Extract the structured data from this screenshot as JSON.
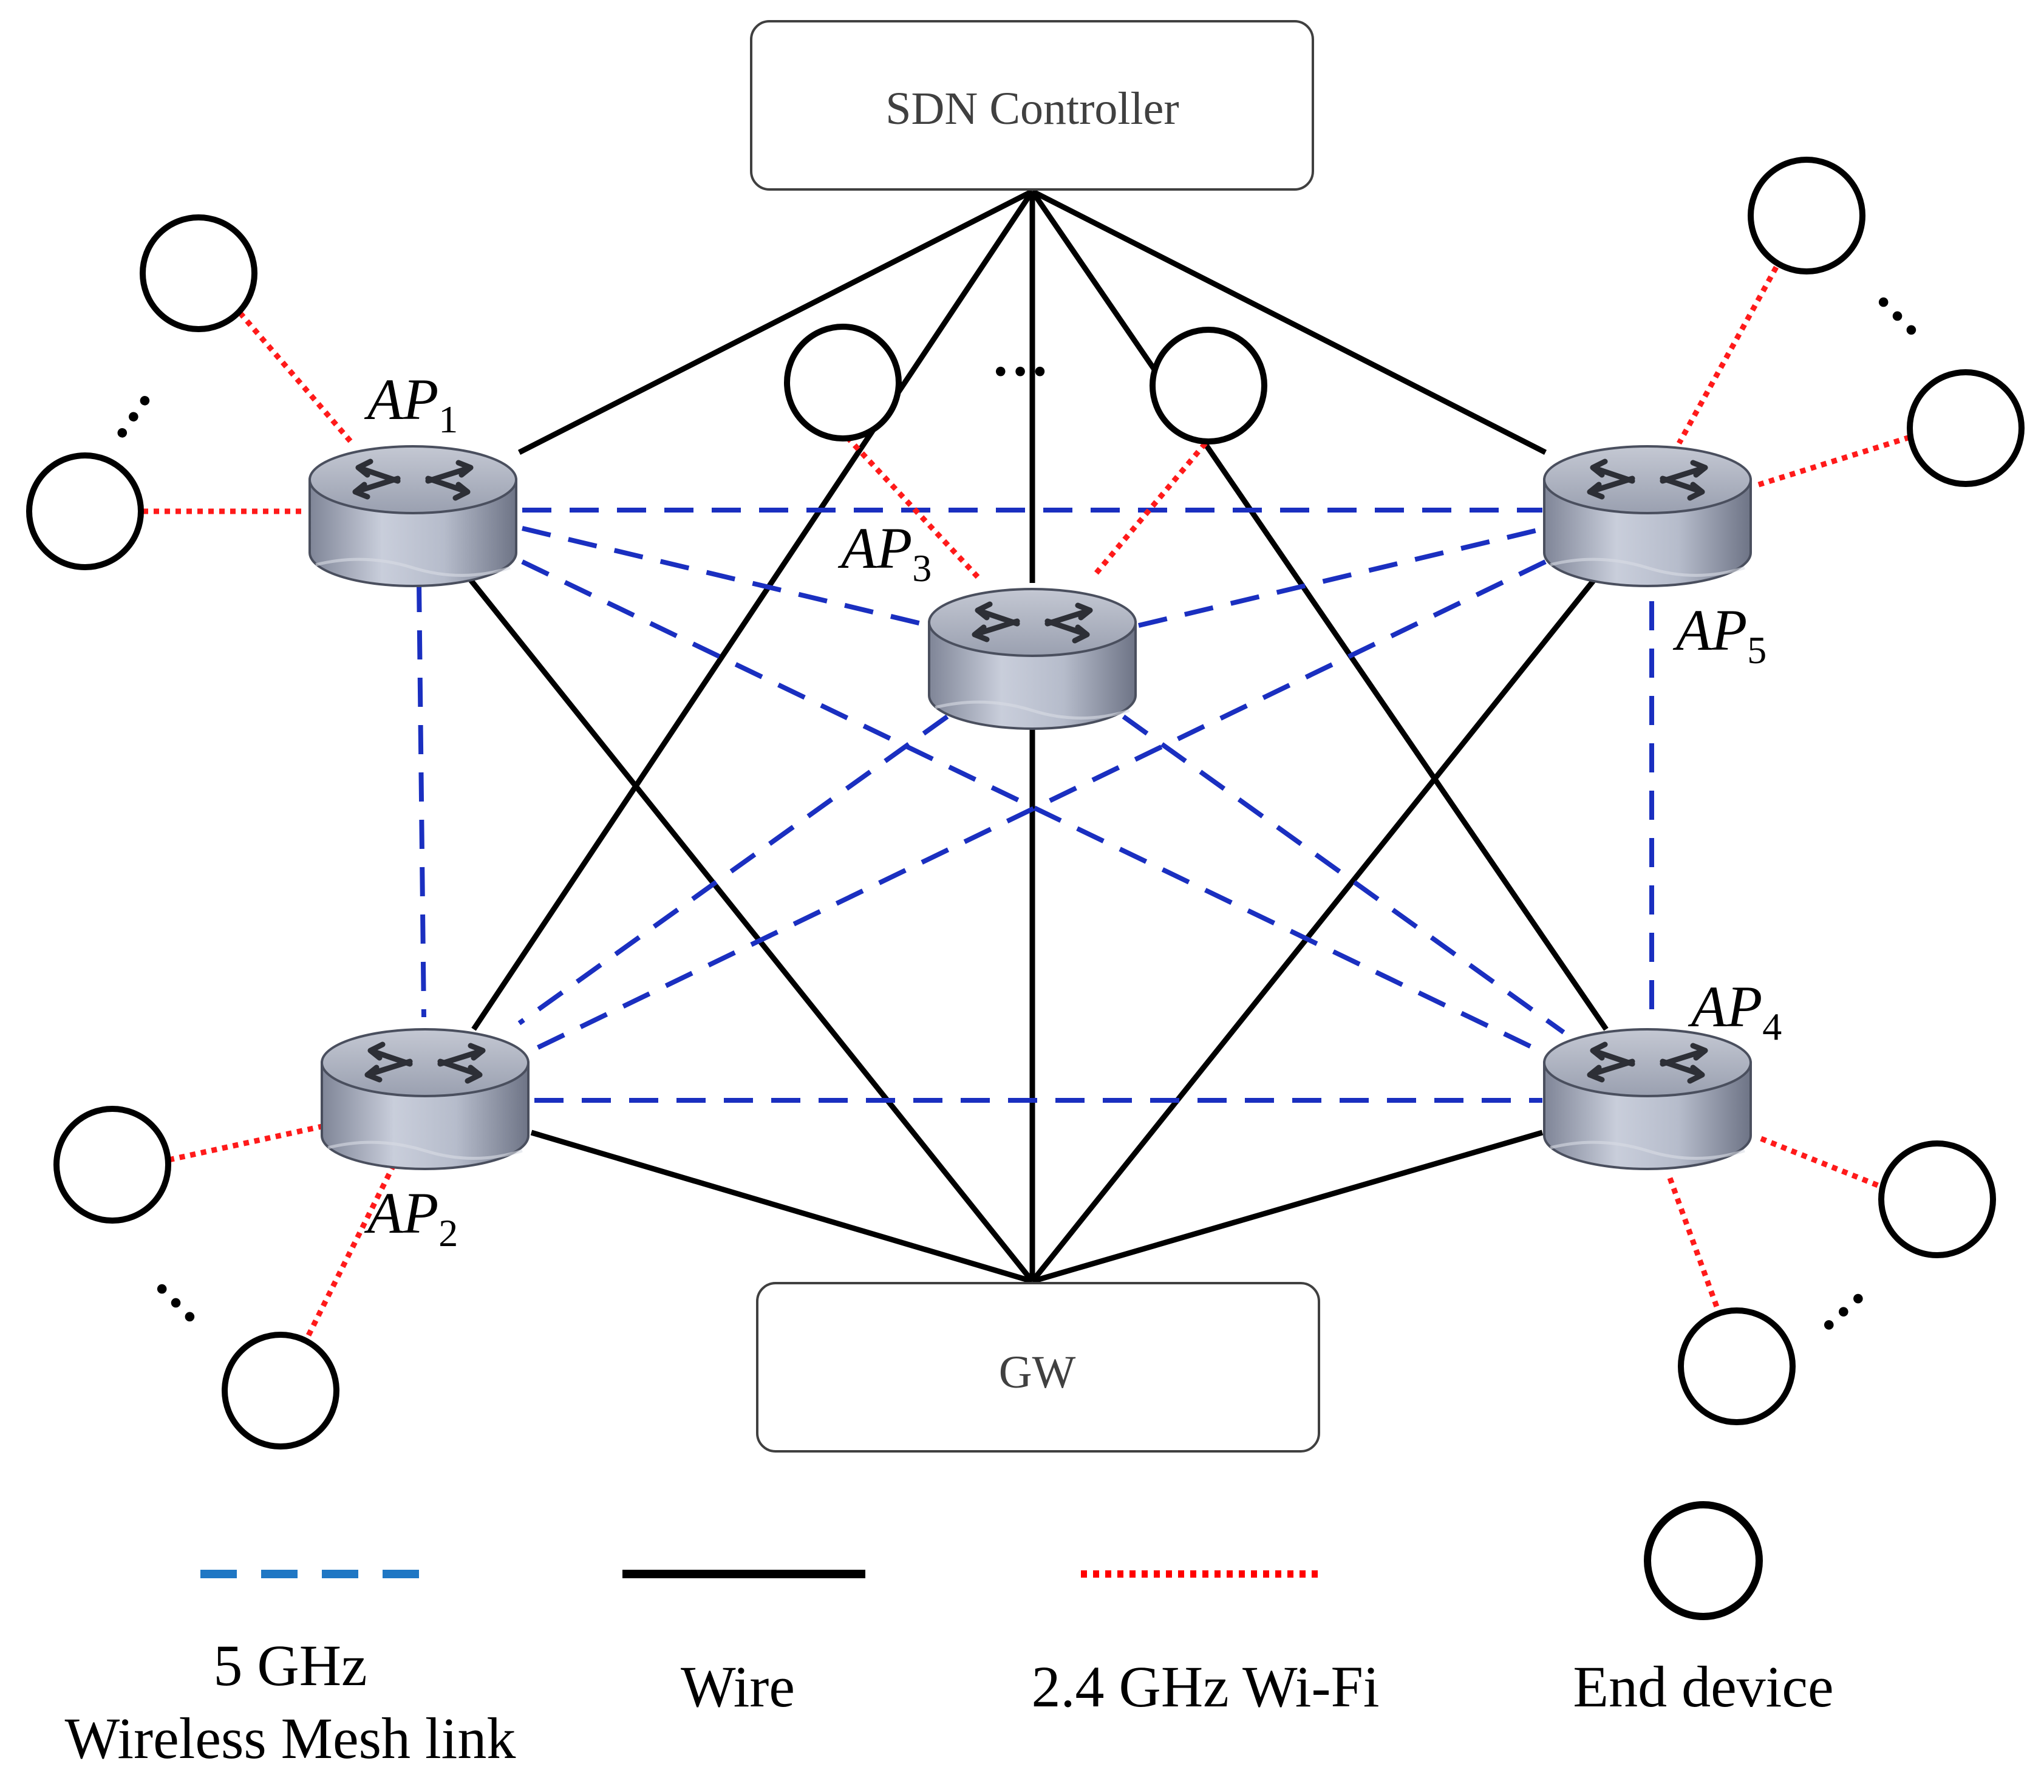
{
  "nodes": {
    "controller": {
      "label": "SDN Controller"
    },
    "gateway": {
      "label": "GW"
    },
    "access_points": [
      {
        "id": "ap1",
        "base": "AP",
        "sub": "1"
      },
      {
        "id": "ap2",
        "base": "AP",
        "sub": "2"
      },
      {
        "id": "ap3",
        "base": "AP",
        "sub": "3"
      },
      {
        "id": "ap4",
        "base": "AP",
        "sub": "4"
      },
      {
        "id": "ap5",
        "base": "AP",
        "sub": "5"
      }
    ],
    "ellipsis": "…"
  },
  "legend": {
    "mesh": {
      "line1": "5 GHz",
      "line2": "Wireless Mesh link",
      "color": "#1f77c4"
    },
    "wire": {
      "label": "Wire",
      "color": "#000000"
    },
    "wifi": {
      "label": "2.4 GHz Wi-Fi",
      "color": "#ff0000"
    },
    "device": {
      "label": "End device"
    }
  },
  "colors": {
    "mesh_link": "#1a2fc0",
    "wire": "#000000",
    "wifi": "#ff1a1a"
  }
}
